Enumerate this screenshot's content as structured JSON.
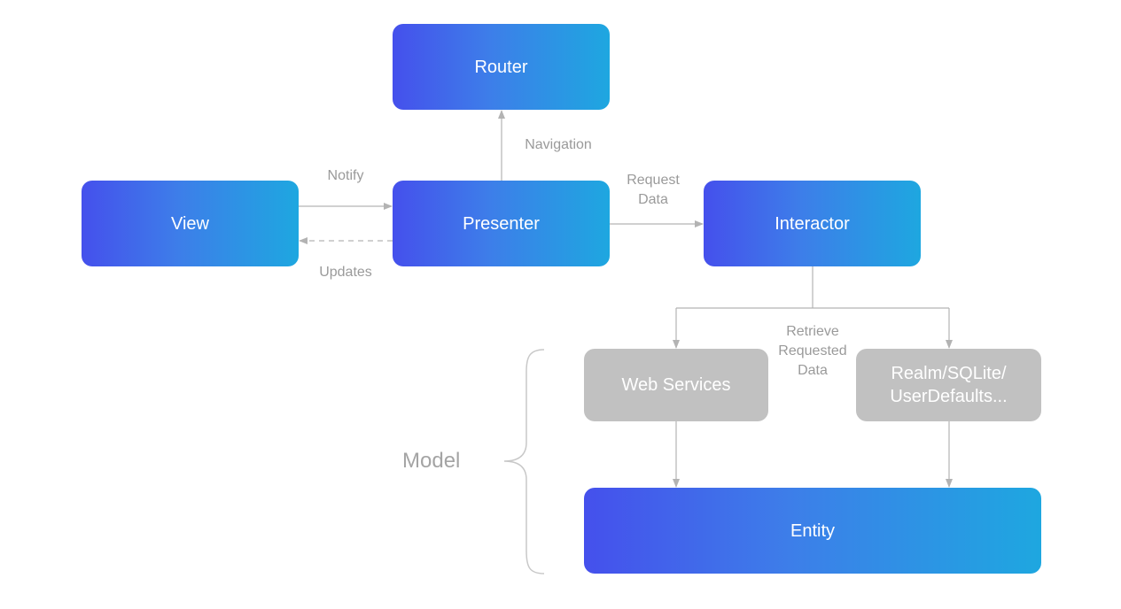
{
  "nodes": {
    "router": "Router",
    "view": "View",
    "presenter": "Presenter",
    "interactor": "Interactor",
    "web_services": "Web Services",
    "storage_line1": "Realm/SQLite/",
    "storage_line2": "UserDefaults...",
    "entity": "Entity"
  },
  "edges": {
    "navigation": "Navigation",
    "notify": "Notify",
    "updates": "Updates",
    "request_line1": "Request",
    "request_line2": "Data",
    "retrieve_line1": "Retrieve",
    "retrieve_line2": "Requested",
    "retrieve_line3": "Data"
  },
  "group": {
    "model": "Model"
  },
  "colors": {
    "gradient_start": "#4550ec",
    "gradient_end": "#1ea7e0",
    "gray_box": "#c1c1c1",
    "connector": "#b3b3b3",
    "label_text": "#9a9a9a"
  }
}
